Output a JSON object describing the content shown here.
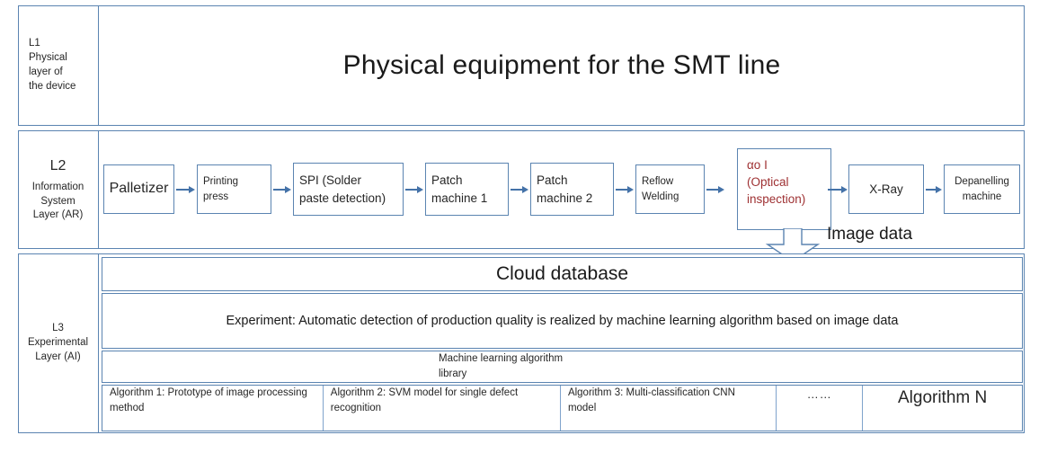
{
  "diagram": {
    "title": "Three-layer SMT production line architecture",
    "accent_color": "#5B84B1",
    "arrow_color": "#4472A8",
    "aoi_text_color": "#9E3032"
  },
  "layers": {
    "l1": {
      "label_code": "L1",
      "label_text": "Physical\nlayer of\nthe device",
      "label_line1": "Physical",
      "label_line2": "layer of",
      "label_line3": "the device",
      "title": "Physical equipment for the SMT line"
    },
    "l2": {
      "label_code": "L2",
      "label_line1": "Information",
      "label_line2": "System",
      "label_line3": "Layer (AR)",
      "process_steps": [
        {
          "id": "palletizer",
          "label": "Palletizer",
          "size": "big"
        },
        {
          "id": "printing-press",
          "label": "Printing\npress",
          "line1": "Printing",
          "line2": "press",
          "size": "small"
        },
        {
          "id": "spi",
          "label": "SPI (Solder\npaste detection)",
          "line1": "SPI (Solder",
          "line2": "paste detection)",
          "size": "mid"
        },
        {
          "id": "patch-machine-1",
          "label": "Patch\nmachine 1",
          "line1": "Patch",
          "line2": "machine 1",
          "size": "mid"
        },
        {
          "id": "patch-machine-2",
          "label": "Patch\nmachine 2",
          "line1": "Patch",
          "line2": "machine 2",
          "size": "mid"
        },
        {
          "id": "reflow-welding",
          "label": "Reflow\nWelding",
          "line1": "Reflow",
          "line2": "Welding",
          "size": "small"
        },
        {
          "id": "aoi",
          "label": "αo I\n(Optical\ninspection)",
          "line1": "αo I",
          "line2": "(Optical",
          "line3": "inspection)",
          "size": "aoi"
        },
        {
          "id": "x-ray",
          "label": "X-Ray",
          "size": "mid"
        },
        {
          "id": "depanelling-machine",
          "label": "Depanelling\nmachine",
          "line1": "Depanelling",
          "line2": "machine",
          "size": "small"
        }
      ],
      "image_data_label": "Image data"
    },
    "l3": {
      "label_code": "L3",
      "label_line1": "Experimental",
      "label_line2": "Layer (AI)",
      "cloud_database": "Cloud database",
      "experiment": "Experiment: Automatic detection of production quality is realized by machine learning algorithm based on image data",
      "ml_library_line1": "Machine learning algorithm",
      "ml_library_line2": "library",
      "algorithms": [
        {
          "id": "algorithm-1",
          "line1": "Algorithm 1: Prototype of image processing",
          "line2": "method"
        },
        {
          "id": "algorithm-2",
          "line1": "Algorithm 2: SVM model for single defect",
          "line2": "recognition"
        },
        {
          "id": "algorithm-3",
          "line1": "Algorithm 3: Multi-classification CNN",
          "line2": "model"
        },
        {
          "id": "algorithm-ellipsis",
          "line1": "……",
          "line2": ""
        },
        {
          "id": "algorithm-n",
          "line1": "Algorithm N",
          "line2": ""
        }
      ]
    }
  }
}
